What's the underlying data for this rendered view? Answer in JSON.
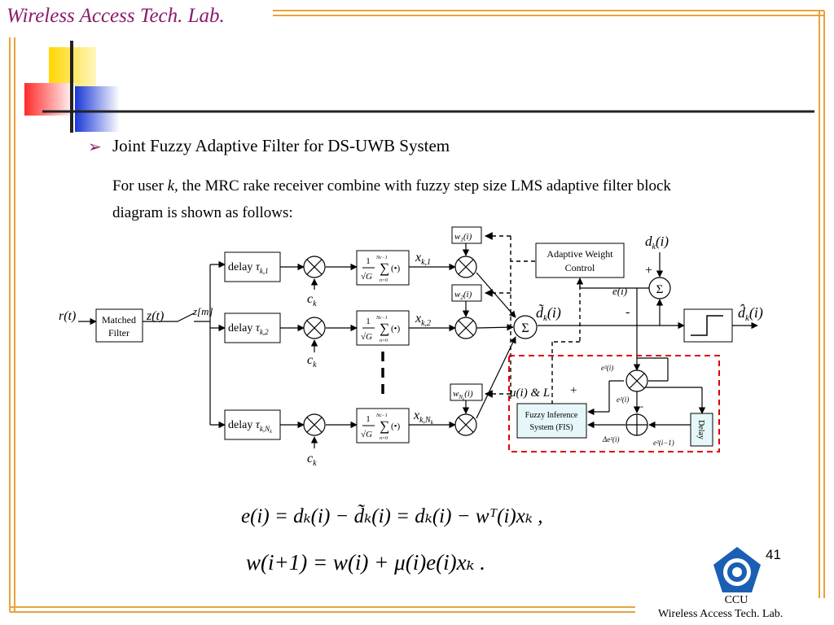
{
  "header": {
    "lab_title": "Wireless Access Tech. Lab."
  },
  "slide": {
    "bullet_glyph": "➢",
    "heading": "Joint Fuzzy Adaptive Filter for DS-UWB System",
    "para_before_k": "For user ",
    "para_k": "k,",
    "para_after_k": " the MRC rake receiver combine with fuzzy step size LMS adaptive filter block diagram is shown as follows:",
    "slide_number": "41"
  },
  "diagram": {
    "input_signal": "r(t)",
    "matched_filter": [
      "Matched",
      "Filter"
    ],
    "mf_output": "z(t)",
    "sampled": "z[m]",
    "delay_word": "delay",
    "delay_subs": [
      "k,1",
      "k,2",
      "k,N"
    ],
    "delay_sub3_extra": "k",
    "spreading_code": "c",
    "spreading_sub": "k",
    "sum_one": "1",
    "sum_G": "G",
    "sum_upper": "N",
    "sum_upper_tail": "c−1",
    "sum_lower": "n=0",
    "sum_arg": "(•)",
    "finger_var": "x",
    "finger_subs": [
      "k,1",
      "k,2",
      "k,N"
    ],
    "finger_sub3_extra": "k",
    "weight_var": "w",
    "weight_subs": [
      "1",
      "2",
      "N"
    ],
    "weight_sub3_extra": "k",
    "weight_arg": "(i)",
    "sum_symbol": "Σ",
    "d_tilde": "d̃",
    "d_var": "d",
    "d_hat": "d̂",
    "d_sub": "k",
    "d_arg": "(i)",
    "adaptive_weight_control": [
      "Adaptive Weight",
      "Control"
    ],
    "error_label": "e(i)",
    "plus_sign": "+",
    "minus_sign": "-",
    "step_label": "μ(i) & L",
    "fis": [
      "Fuzzy Inference",
      "System (FIS)"
    ],
    "e2_label": "e²(i)",
    "delta_e2_label": "Δe²(i)",
    "e2_prev_label": "e²(i−1)",
    "delay_block": "Delay"
  },
  "equations": {
    "eq1": "e(i) = dₖ(i) − d̃ₖ(i) = dₖ(i) − wᵀ(i)xₖ ,",
    "eq2": "w(i+1) = w(i) + μ(i)e(i)xₖ ."
  },
  "footer": {
    "ccu": "CCU",
    "lab": "Wireless Access Tech. Lab."
  },
  "colors": {
    "title": "#8b1a6b",
    "frame_orange": "#e8a33c",
    "fis_border": "#e00000",
    "fis_fill": "#e6f7f9",
    "yellow": "#ffd700",
    "red": "#ff3030",
    "blue": "#1a37d6",
    "logo_blue": "#1a5fb4"
  }
}
